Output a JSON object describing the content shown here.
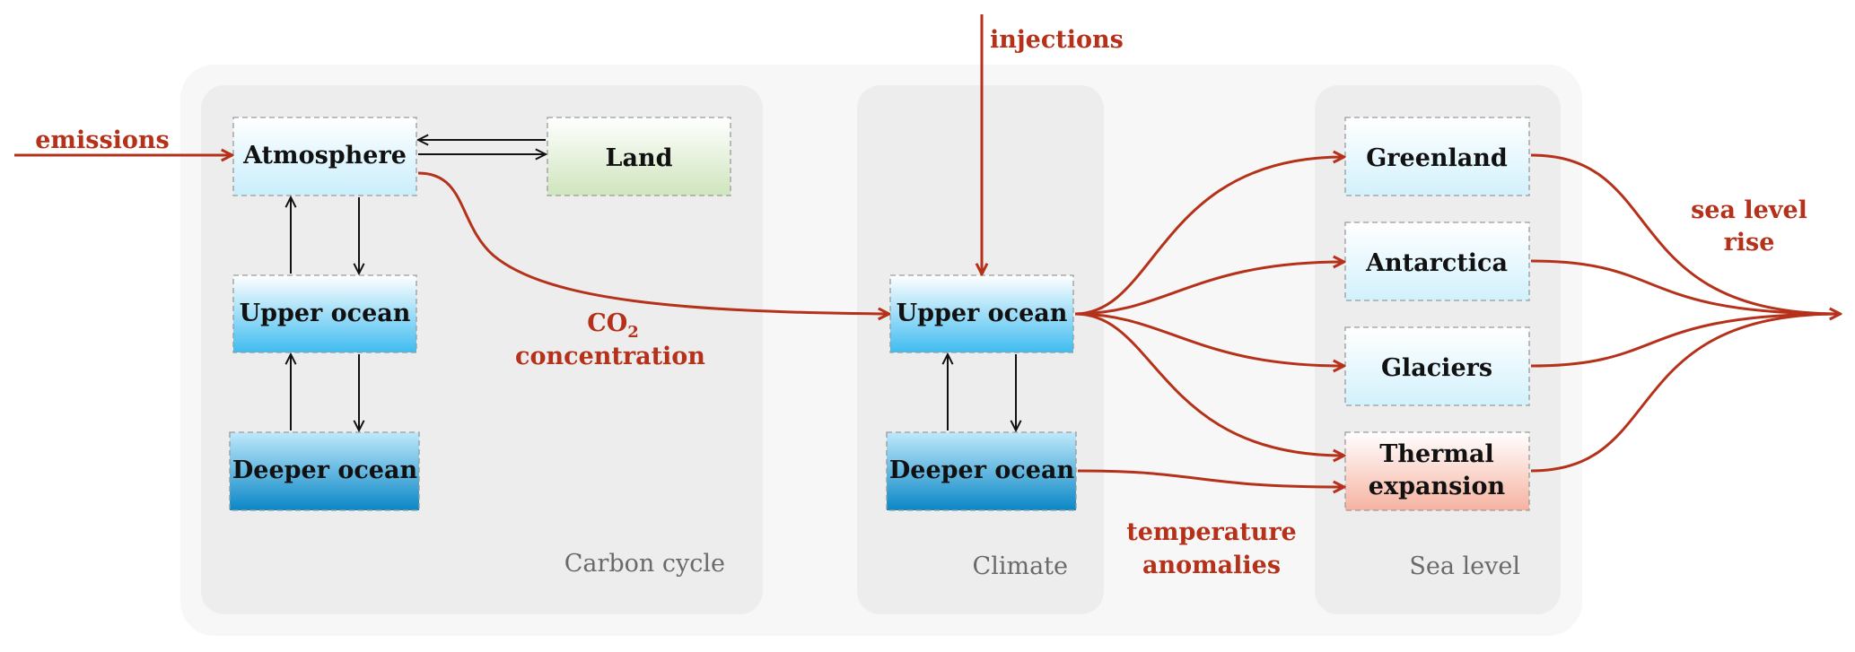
{
  "panels": {
    "carbon_cycle": "Carbon cycle",
    "climate": "Climate",
    "sea_level": "Sea level"
  },
  "nodes": {
    "atmosphere": "Atmosphere",
    "land": "Land",
    "upper_ocean_carbon": "Upper ocean",
    "deeper_ocean_carbon": "Deeper ocean",
    "upper_ocean_climate": "Upper ocean",
    "deeper_ocean_climate": "Deeper ocean",
    "greenland": "Greenland",
    "antarctica": "Antarctica",
    "glaciers": "Glaciers",
    "thermal_expansion_line1": "Thermal",
    "thermal_expansion_line2": "expansion"
  },
  "flows": {
    "emissions": "emissions",
    "injections": "injections",
    "co2_base": "CO",
    "co2_subscript": "2",
    "concentration": "concentration",
    "temperature": "temperature",
    "anomalies": "anomalies",
    "sea_level_line1": "sea level",
    "sea_level_line2": "rise"
  },
  "colors": {
    "flow_red": "#b5311a",
    "ocean_light": "#e8f8ff",
    "ocean_mid": "#41bcef",
    "ocean_deep": "#0b8ac8",
    "land_green": "#d5e8c3",
    "thermal_red": "#f7b9a8"
  }
}
